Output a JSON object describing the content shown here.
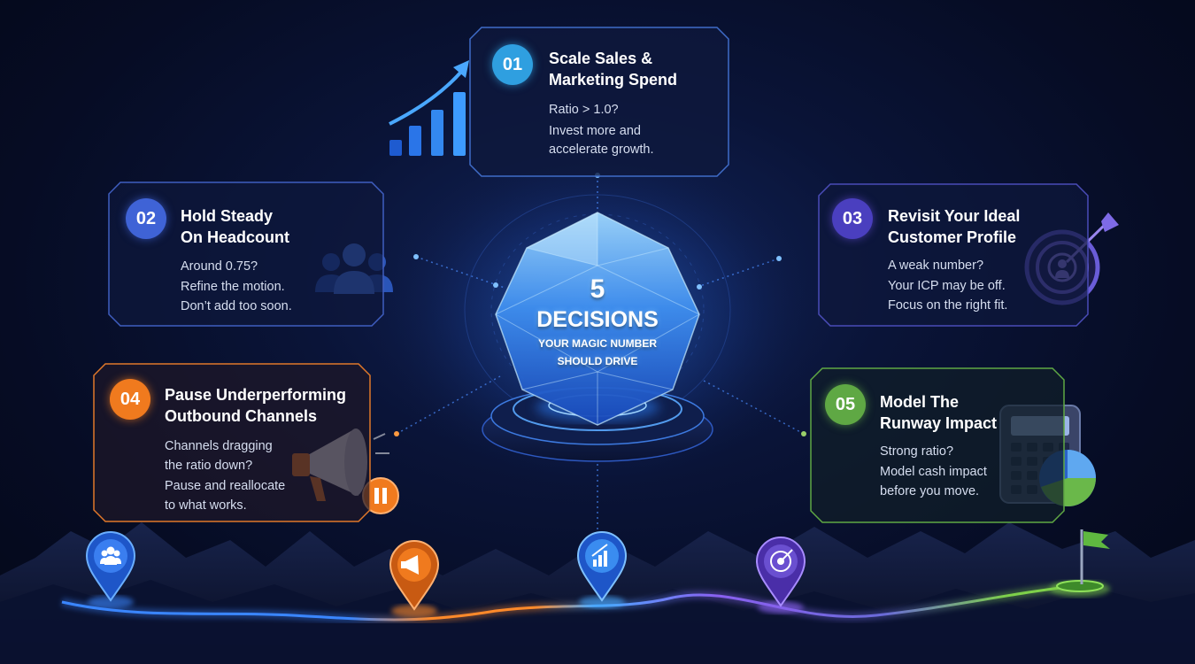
{
  "center": {
    "number": "5",
    "headline": "DECISIONS",
    "subline_1": "YOUR MAGIC NUMBER",
    "subline_2": "SHOULD DRIVE"
  },
  "cards": [
    {
      "badge": "01",
      "title_1": "Scale Sales &",
      "title_2": "Marketing Spend",
      "line_1": "Ratio > 1.0?",
      "line_2": "Invest more and",
      "line_3": "accelerate growth.",
      "color": "#2f9fe0"
    },
    {
      "badge": "02",
      "title_1": "Hold Steady",
      "title_2": "On Headcount",
      "line_1": "Around 0.75?",
      "line_2": "Refine the motion.",
      "line_3": "Don’t add too soon.",
      "color": "#3f63d6"
    },
    {
      "badge": "03",
      "title_1": "Revisit Your Ideal",
      "title_2": "Customer Profile",
      "line_1": "A weak number?",
      "line_2": "Your ICP may be off.",
      "line_3": "Focus on the right fit.",
      "color": "#5746c8"
    },
    {
      "badge": "04",
      "title_1": "Pause Underperforming",
      "title_2": "Outbound Channels",
      "line_1": "Channels dragging",
      "line_2": "the ratio down?",
      "line_3": "Pause and reallocate",
      "line_4": "to what works.",
      "color": "#f07a1e"
    },
    {
      "badge": "05",
      "title_1": "Model The",
      "title_2": "Runway Impact",
      "line_1": "Strong ratio?",
      "line_2": "Model cash impact",
      "line_3": "before you move.",
      "color": "#5fa844"
    }
  ],
  "colors": {
    "blue": "#2f9fe0",
    "indigo": "#3f63d6",
    "violet": "#6a4fd0",
    "orange": "#f07a1e",
    "green": "#5fa844"
  },
  "icons": [
    "growth-chart-icon",
    "people-group-icon",
    "target-arrow-icon",
    "megaphone-pause-icon",
    "calculator-pie-icon",
    "map-pin-icon",
    "flag-icon",
    "crystal-gem-icon"
  ]
}
